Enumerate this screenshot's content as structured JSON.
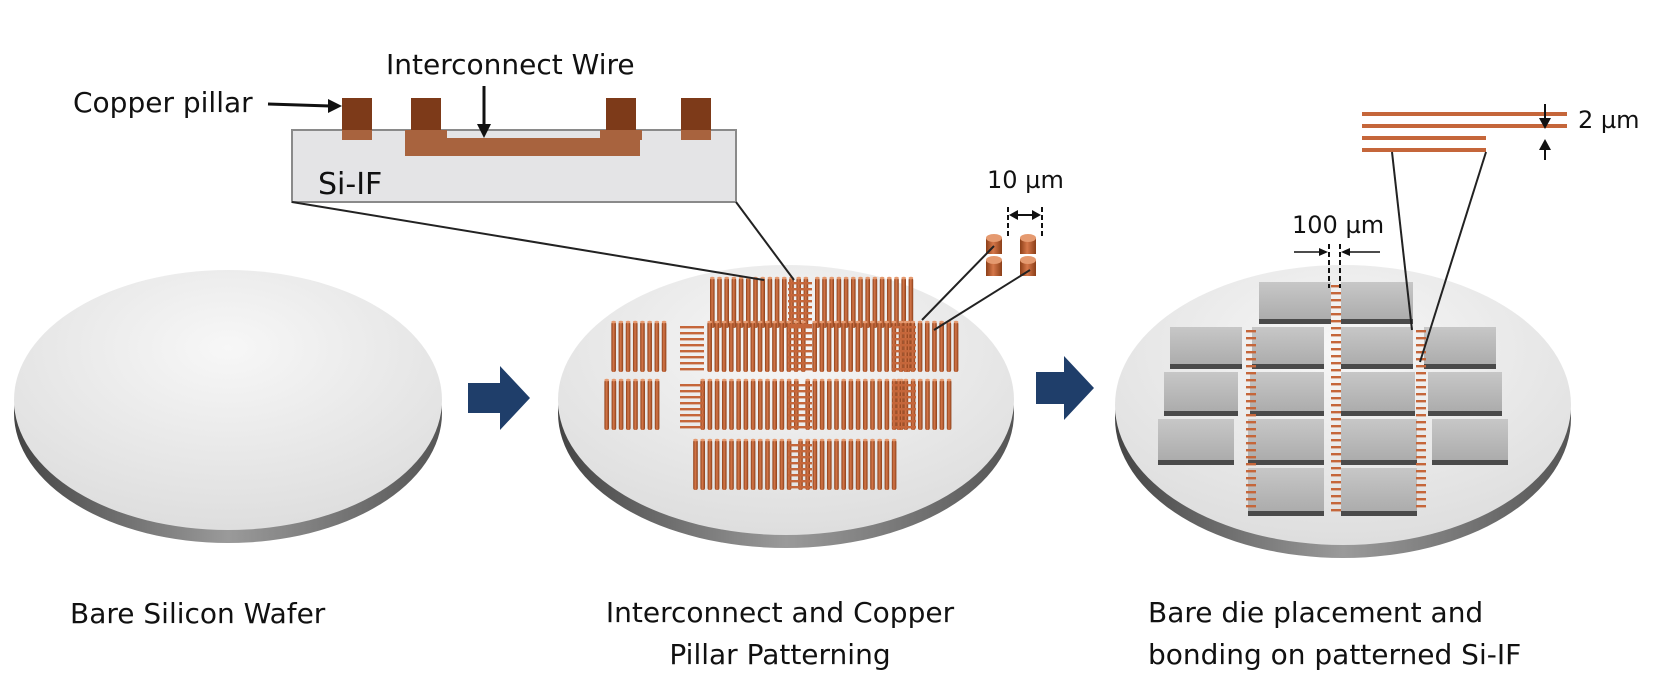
{
  "labels": {
    "copper_pillar": "Copper pillar",
    "interconnect_wire": "Interconnect Wire",
    "si_if": "Si-IF",
    "ten_um": "10 µm",
    "hundred_um": "100 µm",
    "two_um": "2  µm"
  },
  "captions": {
    "step1": "Bare Silicon Wafer",
    "step2_line1": "Interconnect and Copper",
    "step2_line2": "Pillar Patterning",
    "step3_line1": "Bare die placement and",
    "step3_line2": "bonding on patterned Si-IF"
  },
  "colors": {
    "copper": "#c5663a",
    "copper_dark": "#7d3a19",
    "wafer_top": "#ececec",
    "wafer_edge": "#6a6a6a",
    "die": "#b4b4b4",
    "arrow": "#1f3e6a",
    "inset_fill": "#e4e4e6"
  }
}
